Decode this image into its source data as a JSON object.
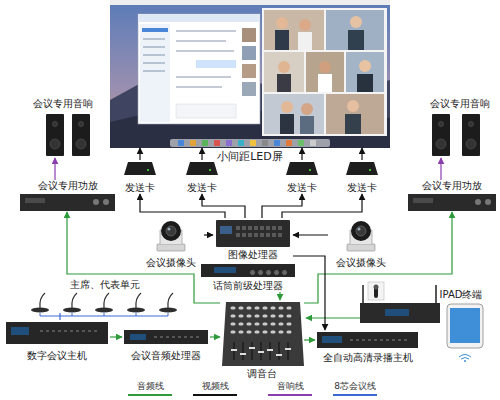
{
  "diagram": {
    "nodes": [
      {
        "text": [
          "小间距LED屏"
        ]
      },
      {
        "text": [
          "发送卡"
        ]
      },
      {
        "text": [
          "发送卡"
        ]
      },
      {
        "text": [
          "发送卡"
        ]
      },
      {
        "text": [
          "发送卡"
        ]
      },
      {
        "text": [
          "会议专用音响"
        ]
      },
      {
        "text": [
          "会议专用音响"
        ]
      },
      {
        "text": [
          "会议专用功放"
        ]
      },
      {
        "text": [
          "会议专用功放"
        ]
      },
      {
        "text": [
          "会议摄像头"
        ]
      },
      {
        "text": [
          "会议摄像头"
        ]
      },
      {
        "text": [
          "图像处理器"
        ]
      },
      {
        "text": [
          "话筒前级处理器"
        ]
      },
      {
        "text": [
          "主席、代表单元"
        ]
      },
      {
        "text": [
          "数字会议主机"
        ]
      },
      {
        "text": [
          "会议音频处理器"
        ]
      },
      {
        "text": [
          "调音台"
        ]
      },
      {
        "text": [
          "全自动高清录播主机"
        ]
      },
      {
        "text": [
          "IPAD终端"
        ]
      }
    ],
    "edges": [
      {
        "from": 1,
        "to": 0,
        "arrow": "to"
      },
      {
        "from": 2,
        "to": 0,
        "arrow": "to"
      },
      {
        "from": 3,
        "to": 0,
        "arrow": "to"
      },
      {
        "from": 4,
        "to": 0,
        "arrow": "to"
      },
      {
        "from": 11,
        "to": 1,
        "arrow": "to"
      },
      {
        "from": 11,
        "to": 2,
        "arrow": "to"
      },
      {
        "from": 11,
        "to": 3,
        "arrow": "to"
      },
      {
        "from": 11,
        "to": 4,
        "arrow": "to"
      },
      {
        "from": 9,
        "to": 11,
        "arrow": "to"
      },
      {
        "from": 10,
        "to": 11,
        "arrow": "to"
      },
      {
        "from": 7,
        "to": 5,
        "arrow": "to"
      },
      {
        "from": 8,
        "to": 6,
        "arrow": "to"
      },
      {
        "from": 16,
        "to": 7,
        "arrow": "to"
      },
      {
        "from": 16,
        "to": 8,
        "arrow": "to"
      },
      {
        "from": 12,
        "to": 16,
        "arrow": "to"
      },
      {
        "from": 14,
        "to": 15,
        "arrow": "to"
      },
      {
        "from": 15,
        "to": 16,
        "arrow": "to"
      },
      {
        "from": 14,
        "to": 13,
        "arrow": "none"
      },
      {
        "from": 16,
        "to": 17,
        "arrow": "to"
      },
      {
        "from": 11,
        "to": 17,
        "arrow": "to"
      }
    ],
    "legend": [
      {
        "text": "音频线",
        "color": "#2f9a3c"
      },
      {
        "text": "视频线",
        "color": "#111111"
      },
      {
        "text": "音响线",
        "color": "#8b3fae"
      },
      {
        "text": "8芯会议线",
        "color": "#3a6ad0"
      }
    ]
  }
}
